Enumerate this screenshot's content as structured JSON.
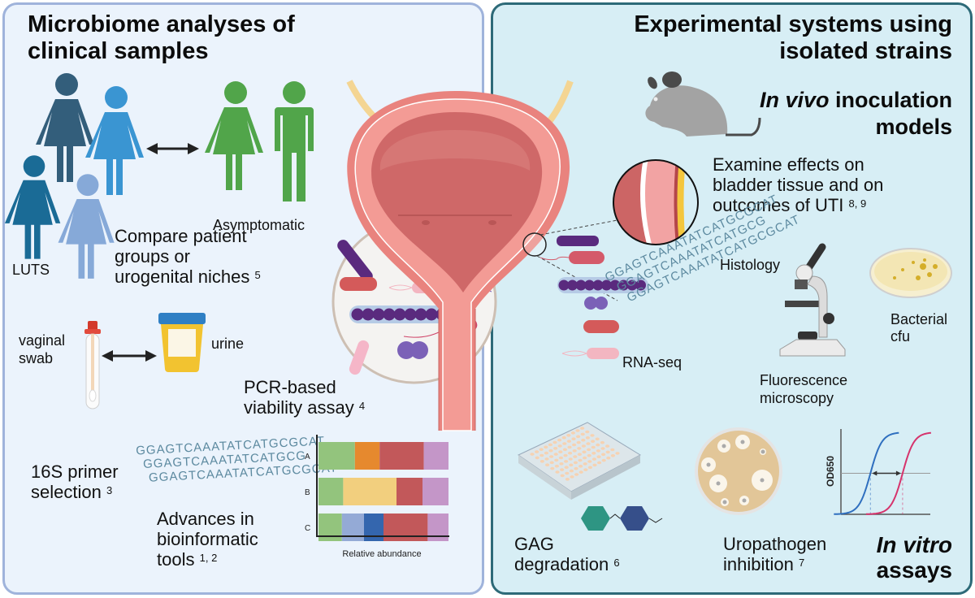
{
  "left_panel": {
    "title_line1": "Microbiome analyses of",
    "title_line2": "clinical samples",
    "group_labels": {
      "patients": "LUTS",
      "controls": "Asymptomatic"
    },
    "compare": {
      "line1": "Compare patient",
      "line2": "groups or",
      "line3": "urogenital niches",
      "ref": "5"
    },
    "samples": {
      "swab_line1": "vaginal",
      "swab_line2": "swab",
      "urine": "urine"
    },
    "pcr": {
      "line1": "PCR-based",
      "line2": "viability assay",
      "ref": "4"
    },
    "primer": {
      "line1": "16S primer",
      "line2": "selection",
      "ref": "3"
    },
    "bioinfo": {
      "line1": "Advances in",
      "line2": "bioinformatic",
      "line3": "tools",
      "ref": "1, 2"
    },
    "dna_sequences": [
      "GGAGTCAAATATCATGCGCAT",
      "GGAGTCAAATATCATGCG",
      "GGAGTCAAATATCATGCGCAT"
    ]
  },
  "right_panel": {
    "title_line1": "Experimental systems using",
    "title_line2": "isolated strains",
    "invivo": {
      "italic": "In vivo",
      "rest": " inoculation",
      "line2": "models"
    },
    "examine": {
      "line1": "Examine effects on",
      "line2": "bladder tissue and on",
      "line3": "outcomes of UTI",
      "ref": "8, 9"
    },
    "histology": "Histology",
    "bacterial": {
      "line1": "Bacterial",
      "line2": "cfu"
    },
    "rnaseq": "RNA-seq",
    "fluorescence": {
      "line1": "Fluorescence",
      "line2": "microscopy"
    },
    "gag": {
      "line1": "GAG",
      "line2": "degradation",
      "ref": "6"
    },
    "uropathogen": {
      "line1": "Uropathogen",
      "line2": "inhibition",
      "ref": "7"
    },
    "invitro": {
      "line1": "In vitro",
      "line2": "assays"
    },
    "dna_sequences": [
      "GGAGTCAAATATCATGCGCAT",
      "GGAGTCAAATATCATGCG",
      "GGAGTCAAATATCATGCGCAT"
    ]
  },
  "chart_data": [
    {
      "type": "bar",
      "subtype": "stacked-horizontal-100",
      "title": "",
      "xlabel": "Relative abundance",
      "ylabel": "",
      "categories": [
        "A",
        "B",
        "C"
      ],
      "series": [
        {
          "name": "taxon-green",
          "color": "#93c47d",
          "values": [
            28,
            19,
            18
          ]
        },
        {
          "name": "taxon-orange",
          "color": "#e6892e",
          "values": [
            19,
            0,
            0
          ]
        },
        {
          "name": "taxon-yellow",
          "color": "#f2cf7e",
          "values": [
            0,
            41,
            0
          ]
        },
        {
          "name": "taxon-lightblue",
          "color": "#94aad6",
          "values": [
            0,
            0,
            17
          ]
        },
        {
          "name": "taxon-blue",
          "color": "#3466ae",
          "values": [
            0,
            0,
            15
          ]
        },
        {
          "name": "taxon-red",
          "color": "#c2585a",
          "values": [
            34,
            20,
            34
          ]
        },
        {
          "name": "taxon-purple",
          "color": "#c496c8",
          "values": [
            19,
            20,
            16
          ]
        }
      ],
      "xlim": [
        0,
        100
      ]
    },
    {
      "type": "line",
      "title": "",
      "xlabel": "",
      "ylabel": "OD650",
      "series": [
        {
          "name": "control-curve",
          "color": "#2f6fbf",
          "midpoint": 0.33
        },
        {
          "name": "treated-curve",
          "color": "#d6336c",
          "midpoint": 0.69
        }
      ],
      "threshold_line": 0.5,
      "annotation": "double-arrow shift between curves at threshold"
    }
  ]
}
